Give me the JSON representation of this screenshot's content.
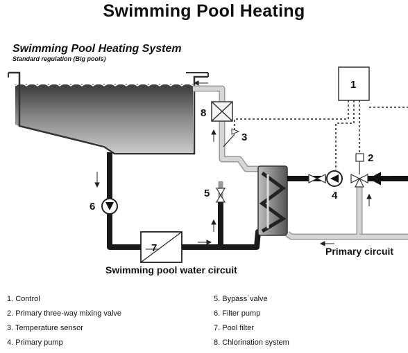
{
  "title": "Swimming Pool Heating",
  "system": {
    "title": "Swimming Pool Heating System",
    "subtitle": "Standard regulation (Big pools)"
  },
  "callouts": [
    "1",
    "2",
    "3",
    "4",
    "5",
    "6",
    "7",
    "8"
  ],
  "circuits": {
    "pool": "Swimming pool water circuit",
    "primary": "Primary circuit"
  },
  "legend": {
    "left": [
      "1.  Control",
      "2.  Primary three-way mixing valve",
      "3.  Temperature sensor",
      "4.  Primary pump"
    ],
    "right": [
      "5.  Bypass´valve",
      "6.  Filter pump",
      "7.  Pool filter",
      "8.  Chlorination system"
    ]
  }
}
